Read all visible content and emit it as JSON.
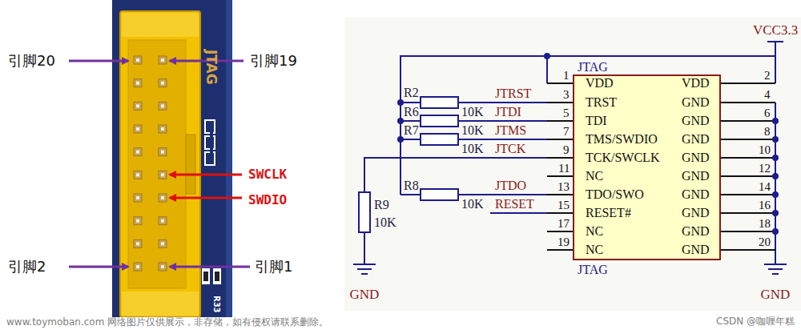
{
  "diagram": {
    "nodes": [
      {
        "text": [
          "JTAG",
          "VDD",
          "VDD",
          "TRST",
          "GND",
          "TDI",
          "GND",
          "TMS/SWDIO",
          "GND",
          "TCK/SWCLK",
          "GND",
          "NC",
          "GND",
          "TDO/SWO",
          "GND",
          "RESET#",
          "GND",
          "NC",
          "GND",
          "NC",
          "GND",
          "JTAG"
        ]
      }
    ],
    "labels": [
      "引脚20",
      "引脚19",
      "SWCLK",
      "SWDIO",
      "引脚2",
      "引脚1",
      "JTAG",
      "R33",
      "VCC3.3",
      "1",
      "2",
      "3",
      "4",
      "5",
      "6",
      "7",
      "8",
      "9",
      "10",
      "11",
      "12",
      "13",
      "14",
      "15",
      "16",
      "17",
      "18",
      "19",
      "20",
      "R2",
      "R6",
      "R7",
      "R8",
      "R9",
      "JTRST",
      "JTDI",
      "JTMS",
      "JTCK",
      "JTDO",
      "RESET",
      "10K",
      "10K",
      "10K",
      "10K",
      "10K",
      "GND",
      "GND",
      "www.toymoban.com 网络图片仅供展示，非存储，如有侵权请联系删除。",
      "CSDN @咖喱年糕"
    ]
  }
}
